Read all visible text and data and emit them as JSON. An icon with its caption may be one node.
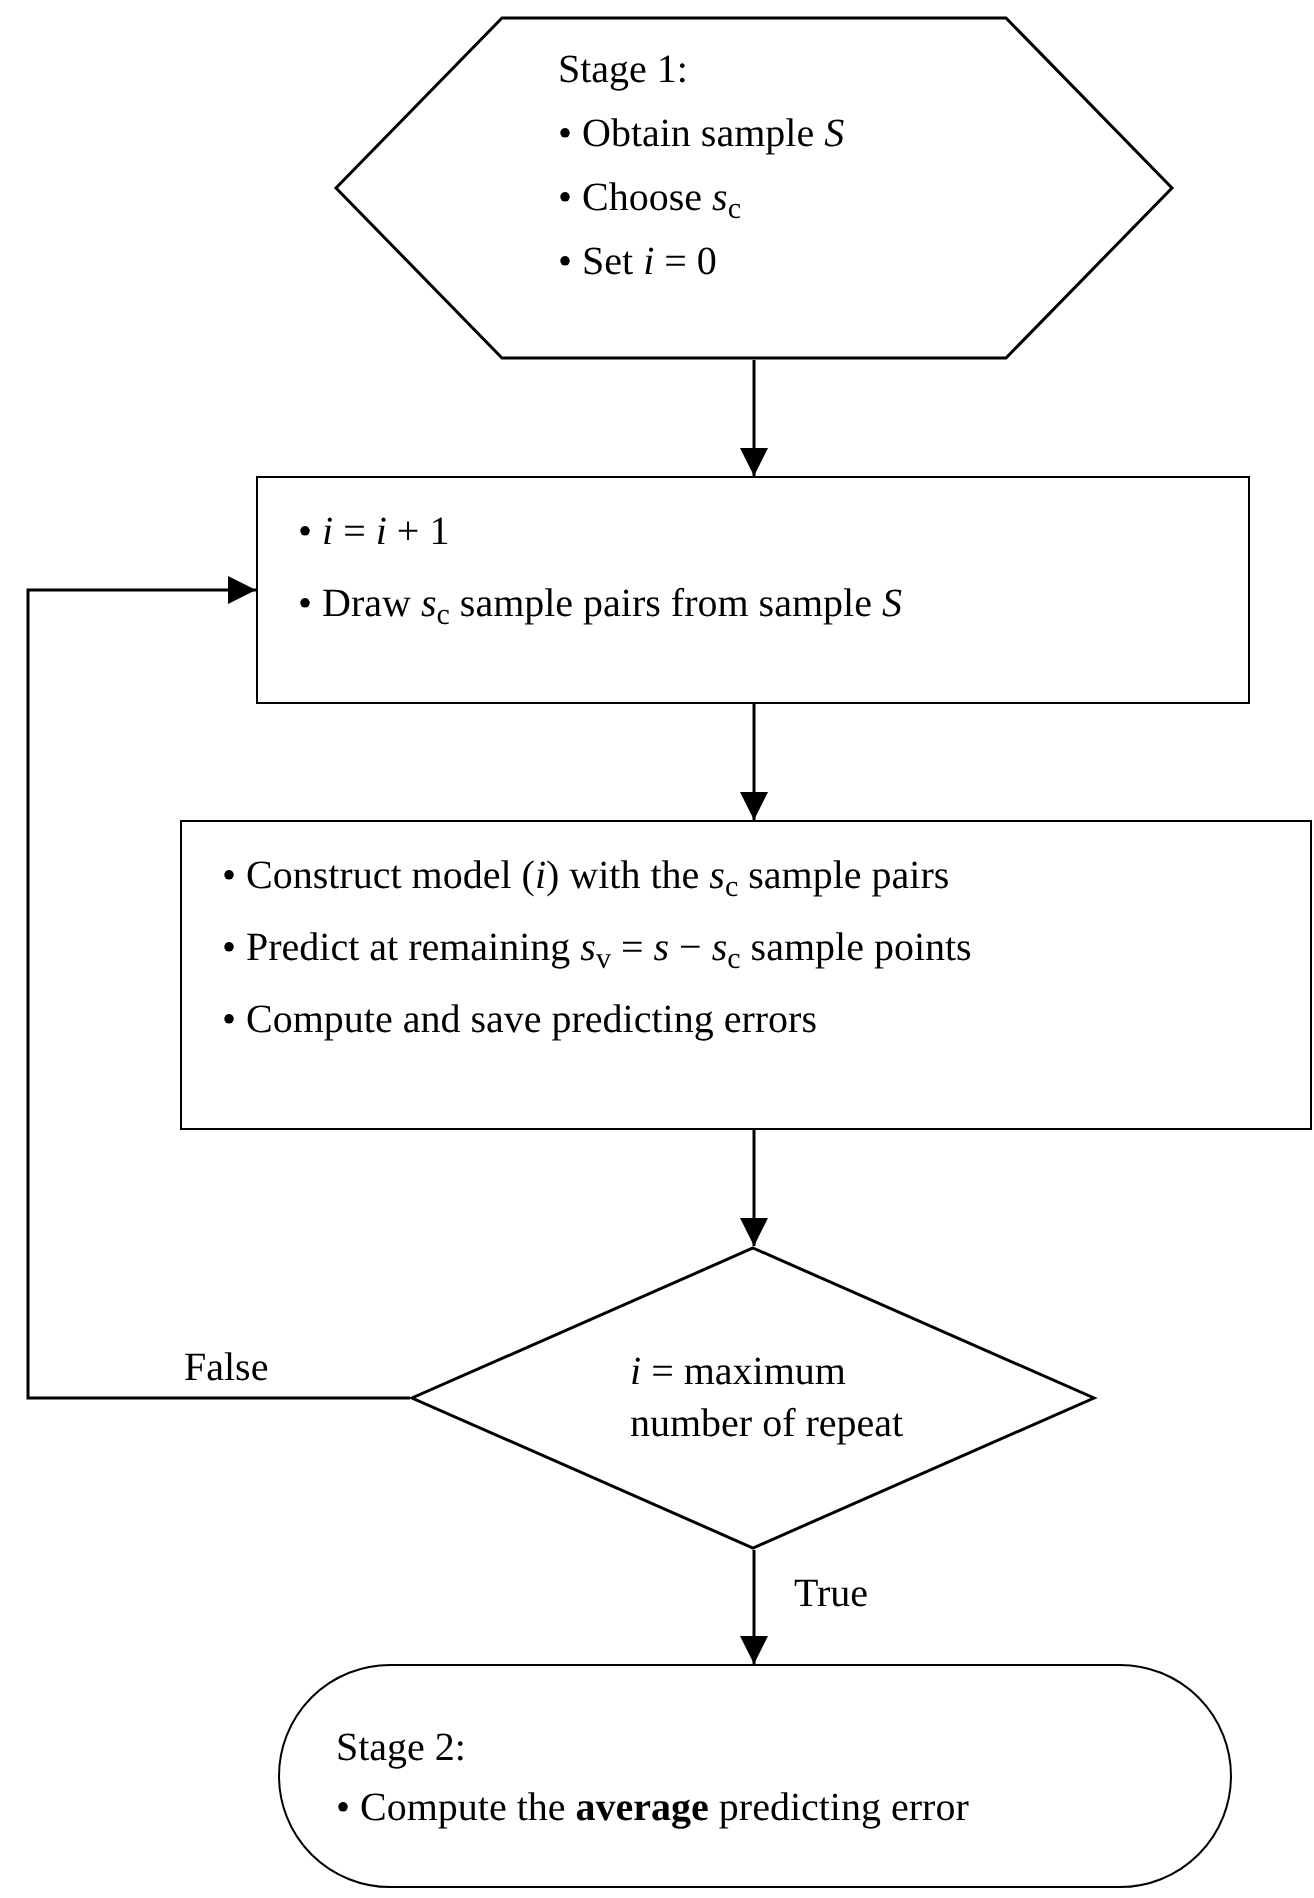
{
  "diagram": {
    "nodes": [
      {
        "text": [
          "Stage 1:",
          "• Obtain sample *S*",
          "• Choose *s*$_{c}$",
          "• Set *i* = 0"
        ]
      },
      {
        "text": [
          "• *i* = *i* + 1",
          "• Draw *s*$_{c}$ sample pairs from sample *S*"
        ]
      },
      {
        "text": [
          "• Construct model (*i*) with the *s*$_{c}$ sample pairs",
          "• Predict at remaining *s*$_{v}$ = *s* − *s*$_{c}$ sample points",
          "• Compute and save predicting errors"
        ]
      },
      {
        "text": [
          "*i* = maximum number of repeat"
        ]
      },
      {
        "text": [
          "Stage 2:",
          "• Compute the **average** predicting error"
        ]
      }
    ],
    "edges": [
      {
        "from": 0,
        "to": 1,
        "arrow": "to"
      },
      {
        "from": 1,
        "to": 2,
        "arrow": "to"
      },
      {
        "from": 2,
        "to": 3,
        "arrow": "to"
      },
      {
        "from": 3,
        "to": 1,
        "arrow": "to",
        "label": "False"
      },
      {
        "from": 3,
        "to": 4,
        "arrow": "to",
        "label": "True"
      }
    ]
  }
}
